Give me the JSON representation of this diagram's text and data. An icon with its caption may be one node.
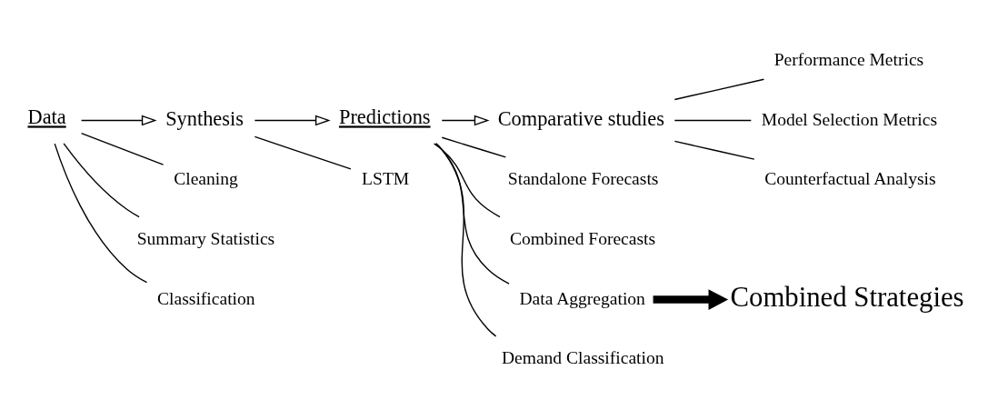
{
  "diagram": {
    "nodes": [
      {
        "text": [
          "Data"
        ]
      },
      {
        "text": [
          "Synthesis"
        ]
      },
      {
        "text": [
          "Predictions"
        ]
      },
      {
        "text": [
          "Comparative studies"
        ]
      },
      {
        "text": [
          "LSTM"
        ]
      },
      {
        "text": [
          "Performance Metrics"
        ]
      },
      {
        "text": [
          "Model Selection Metrics"
        ]
      },
      {
        "text": [
          "Counterfactual Analysis"
        ]
      },
      {
        "text": [
          "Cleaning"
        ]
      },
      {
        "text": [
          "Summary Statistics"
        ]
      },
      {
        "text": [
          "Classification"
        ]
      },
      {
        "text": [
          "Standalone Forecasts"
        ]
      },
      {
        "text": [
          "Combined Forecasts"
        ]
      },
      {
        "text": [
          "Data Aggregation"
        ]
      },
      {
        "text": [
          "Demand Classification"
        ]
      },
      {
        "text": [
          "Combined Strategies"
        ]
      }
    ],
    "edges": [
      {
        "from": 0,
        "to": 1,
        "arrow": "to"
      },
      {
        "from": 1,
        "to": 2,
        "arrow": "to"
      },
      {
        "from": 2,
        "to": 3,
        "arrow": "to"
      },
      {
        "from": 1,
        "to": 4,
        "arrow": "none"
      },
      {
        "from": 3,
        "to": 5,
        "arrow": "none"
      },
      {
        "from": 3,
        "to": 6,
        "arrow": "none"
      },
      {
        "from": 3,
        "to": 7,
        "arrow": "none"
      },
      {
        "from": 0,
        "to": 8,
        "arrow": "none"
      },
      {
        "from": 0,
        "to": 9,
        "arrow": "none"
      },
      {
        "from": 0,
        "to": 10,
        "arrow": "none"
      },
      {
        "from": 2,
        "to": 11,
        "arrow": "none"
      },
      {
        "from": 2,
        "to": 12,
        "arrow": "none"
      },
      {
        "from": 2,
        "to": 13,
        "arrow": "none"
      },
      {
        "from": 2,
        "to": 14,
        "arrow": "none"
      },
      {
        "from": 13,
        "to": 15,
        "arrow": "to",
        "style": "thick"
      }
    ]
  }
}
